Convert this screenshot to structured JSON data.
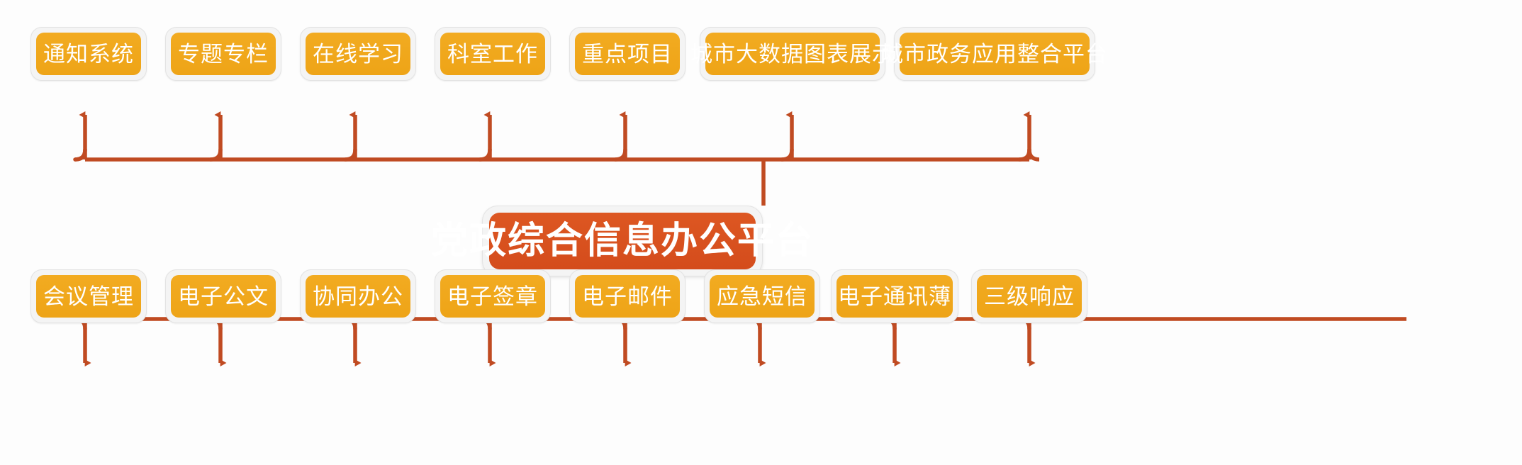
{
  "diagram": {
    "title": "党政综合信息办公平台",
    "type": "hierarchy-tree",
    "colors": {
      "leaf_fill": "#f0a81e",
      "root_fill": "#d9511f",
      "connector": "#c04b22",
      "frame": "#f4f4f4",
      "label_text": "#ffffff",
      "background": "#fdfdfd"
    },
    "root": {
      "label": "党政综合信息办公平台"
    },
    "top_branches": [
      {
        "label": "通知系统"
      },
      {
        "label": "专题专栏"
      },
      {
        "label": "在线学习"
      },
      {
        "label": "科室工作"
      },
      {
        "label": "重点项目"
      },
      {
        "label": "城市大数据图表展示"
      },
      {
        "label": "城市政务应用整合平台"
      }
    ],
    "bottom_branches": [
      {
        "label": "会议管理"
      },
      {
        "label": "电子公文"
      },
      {
        "label": "协同办公"
      },
      {
        "label": "电子签章"
      },
      {
        "label": "电子邮件"
      },
      {
        "label": "应急短信"
      },
      {
        "label": "电子通讯薄"
      },
      {
        "label": "三级响应"
      }
    ]
  }
}
